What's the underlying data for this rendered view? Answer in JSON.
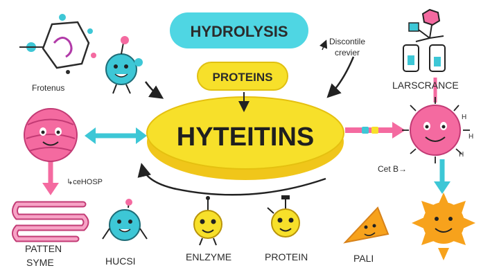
{
  "title": "HYDROLYSIS",
  "top_pill": "PROTEINS",
  "main_label": "HYTEITINS",
  "labels": {
    "frotenus": "Frotenus",
    "discontile": "Discontile",
    "crevier": "crevier",
    "larscrance": "LARSCRANCE",
    "cet_b": "Cet B→",
    "cehosp": "↳ceHOSP",
    "patten": "PATTEN",
    "syme": "SYME",
    "hucsi": "HUCSI",
    "enlzyme": "ENLZYME",
    "protein": "PROTEIN",
    "pali": "PALI",
    "h1": "H",
    "h2": "H",
    "h3": "H"
  },
  "colors": {
    "title_pill": "#4fd6e3",
    "main_oval": "#f7e02a",
    "pink": "#f46aa0",
    "cyan": "#3dc7d6",
    "orange": "#f7a21c",
    "purple": "#5a2d82"
  },
  "icons": [
    "virus-icon",
    "cyan-molecule-character-icon",
    "pink-ball-character-icon",
    "magenta-molecule-icon",
    "pink-sun-character-icon",
    "orange-sun-character-icon",
    "intestine-icon",
    "cyan-bug-character-icon",
    "yellow-bulb-character-icon",
    "yellow-flask-character-icon",
    "orange-triangle-character-icon"
  ]
}
